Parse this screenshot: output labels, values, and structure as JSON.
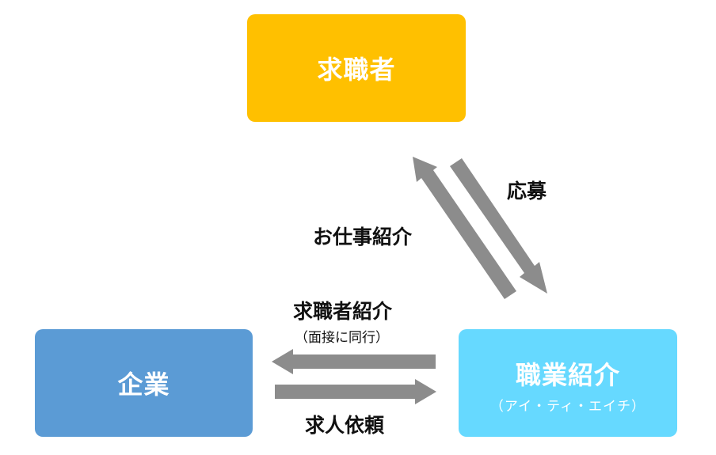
{
  "nodes": {
    "job_seeker": "求職者",
    "company": "企業",
    "agency": "職業紹介",
    "agency_sub": "（アイ・ティ・エイチ）"
  },
  "edges": {
    "application": "応募",
    "job_introduction": "お仕事紹介",
    "candidate_introduction": "求職者紹介",
    "candidate_introduction_sub": "（面接に同行）",
    "job_request": "求人依頼"
  },
  "colors": {
    "job_seeker": "#ffc000",
    "company": "#5b9bd5",
    "agency": "#66d9ff",
    "arrow": "#8c8c8c"
  }
}
